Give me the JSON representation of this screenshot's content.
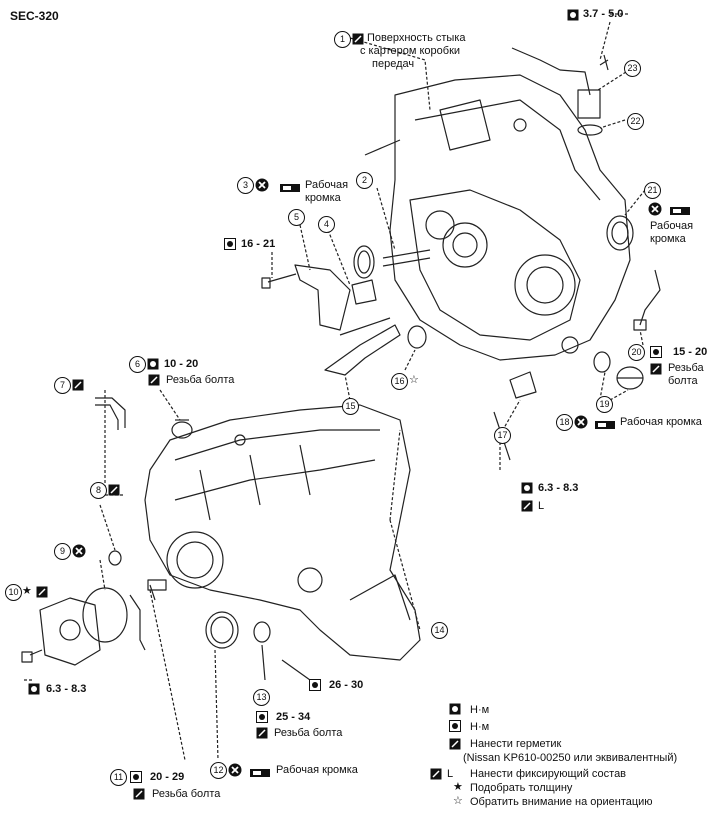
{
  "section_code": "SEC-320",
  "callouts": {
    "c1": {
      "num": "1",
      "lines": [
        "Поверхность стыка",
        "с картером коробки",
        "передач"
      ]
    },
    "c2": {
      "num": "2"
    },
    "c3": {
      "num": "3",
      "lines": [
        "Рабочая",
        "кромка"
      ]
    },
    "c4": {
      "num": "4"
    },
    "c5": {
      "num": "5"
    },
    "c6": {
      "num": "6",
      "torque": "10 - 20",
      "text": "Резьба болта"
    },
    "c7": {
      "num": "7"
    },
    "c8": {
      "num": "8"
    },
    "c9": {
      "num": "9"
    },
    "c10": {
      "num": "10"
    },
    "c11": {
      "num": "11",
      "torque": "20 - 29",
      "text": "Резьба болта"
    },
    "c12": {
      "num": "12",
      "text": "Рабочая кромка"
    },
    "c13": {
      "num": "13",
      "torque": "25 - 34",
      "text": "Резьба болта"
    },
    "c14": {
      "num": "14"
    },
    "c15": {
      "num": "15"
    },
    "c16": {
      "num": "16"
    },
    "c17": {
      "num": "17"
    },
    "c18": {
      "num": "18",
      "text": "Рабочая кромка"
    },
    "c19": {
      "num": "19"
    },
    "c20": {
      "num": "20",
      "torque": "15 - 20",
      "lines": [
        "Резьба",
        "болта"
      ]
    },
    "c21": {
      "num": "21",
      "lines": [
        "Рабочая",
        "кромка"
      ]
    },
    "c22": {
      "num": "22"
    },
    "c23": {
      "num": "23"
    }
  },
  "torques": {
    "top": "3.7 - 5.0",
    "t16_21": "16 - 21",
    "t26_30": "26 - 30",
    "t63_center": "6.3 - 8.3",
    "t63_left": "6.3 - 8.3",
    "L_mark": "L"
  },
  "legend": {
    "items": [
      {
        "text": "Н·м"
      },
      {
        "text": "Н·м"
      },
      {
        "text": "Нанести герметик",
        "sub": "(Nissan KP610-00250 или эквивалентный)"
      },
      {
        "text": "Нанести фиксирующий состав",
        "mark": "L"
      },
      {
        "text": "Подобрать толщину",
        "mark": "★"
      },
      {
        "text": "Обратить внимание на ориентацию",
        "mark": "☆"
      }
    ]
  }
}
